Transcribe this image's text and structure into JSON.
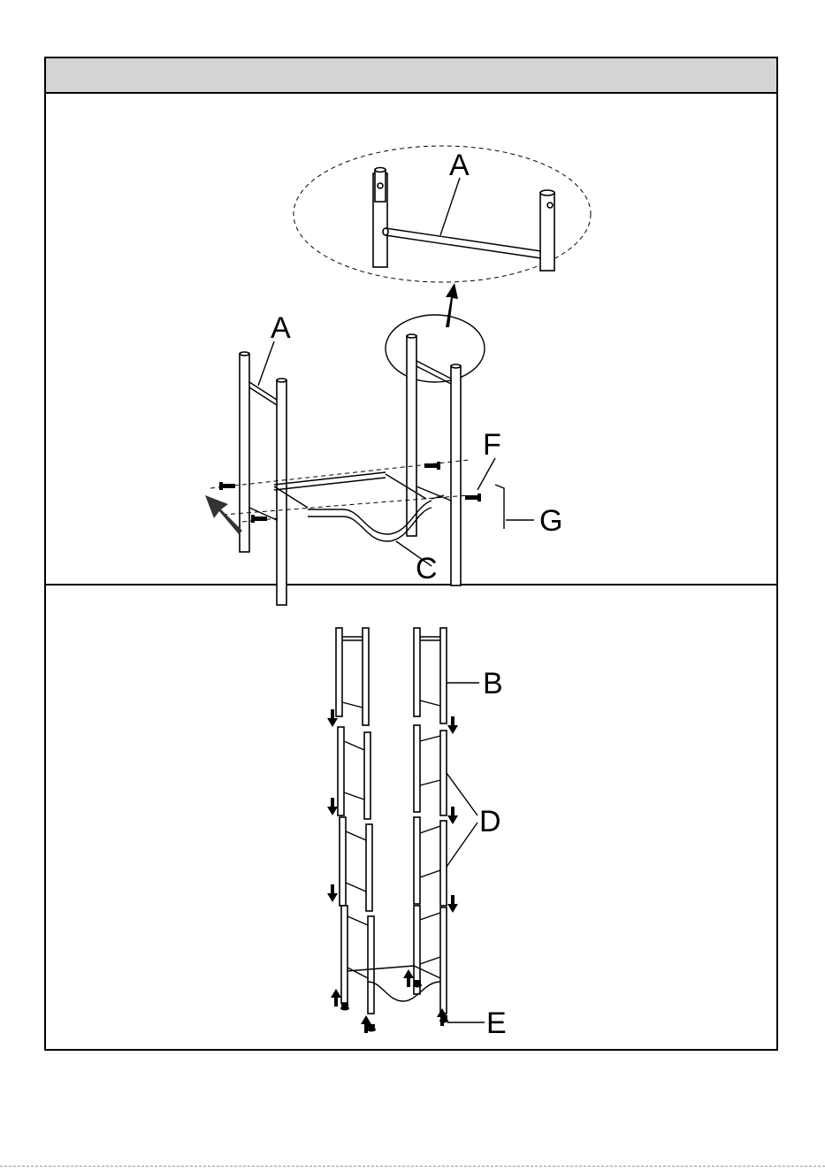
{
  "header": {
    "title": ""
  },
  "step1": {
    "labels": {
      "A_top": "A",
      "A": "A",
      "C": "C",
      "F": "F",
      "G": "G"
    }
  },
  "step2": {
    "labels": {
      "B": "B",
      "D": "D",
      "E": "E"
    }
  }
}
